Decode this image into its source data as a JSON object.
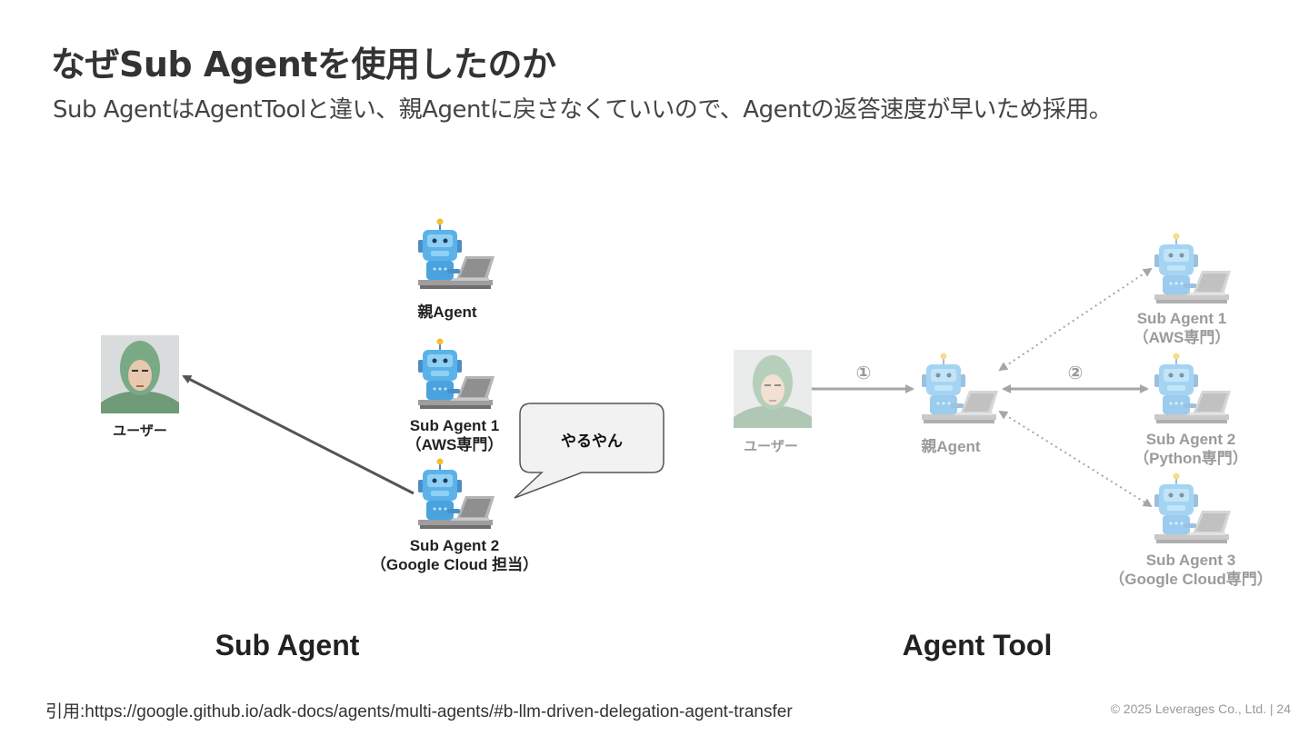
{
  "title": "なぜSub Agentを使用したのか",
  "subtitle": "Sub AgentはAgentToolと違い、親Agentに戻さなくていいので、Agentの返答速度が早いため採用。",
  "sub_agent_diagram": {
    "section_label": "Sub Agent",
    "user_label": "ユーザー",
    "parent_label": "親Agent",
    "agent1_line1": "Sub Agent 1",
    "agent1_line2": "（AWS専門）",
    "agent2_line1": "Sub Agent 2",
    "agent2_line2": "（Google Cloud 担当）",
    "speech_bubble": "やるやん"
  },
  "agent_tool_diagram": {
    "section_label": "Agent Tool",
    "user_label": "ユーザー",
    "parent_label": "親Agent",
    "step1": "①",
    "step2": "②",
    "agent1_line1": "Sub Agent 1",
    "agent1_line2": "（AWS専門）",
    "agent2_line1": "Sub Agent 2",
    "agent2_line2": "（Python専門）",
    "agent3_line1": "Sub Agent 3",
    "agent3_line2": "（Google Cloud専門）"
  },
  "citation": "引用:https://google.github.io/adk-docs/agents/multi-agents/#b-llm-driven-delegation-agent-transfer",
  "footer": "©  2025 Leverages Co., Ltd.  |   24"
}
